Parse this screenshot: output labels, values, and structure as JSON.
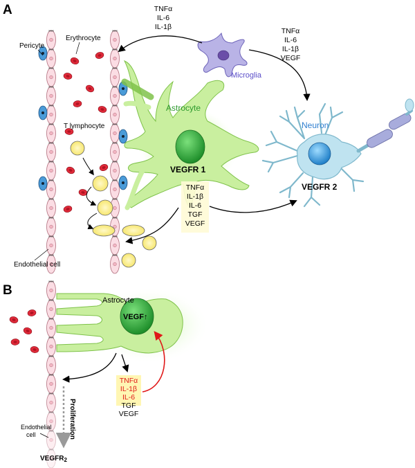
{
  "panel_a": {
    "letter": "A",
    "microglia_cytokines": [
      "TNFα",
      "IL-6",
      "IL-1β"
    ],
    "microglia_to_neuron_cytokines": [
      "TNFα",
      "IL-6",
      "IL-1β",
      "VEGF"
    ],
    "astrocyte_cytokines": [
      "TNFα",
      "IL-1β",
      "IL-6",
      "TGF",
      "VEGF"
    ],
    "labels": {
      "pericyte": "Pericyte",
      "erythrocyte": "Erythrocyte",
      "microglia": "Microglia",
      "astrocyte": "Astrocyte",
      "neuron": "Neuron",
      "t_lymphocyte": "T lymphocyte",
      "vegfr1": "VEGFR 1",
      "vegfr2": "VEGFR 2",
      "endothelial_cell": "Endothelial cell"
    }
  },
  "panel_b": {
    "letter": "B",
    "labels": {
      "astrocyte": "Astrocyte",
      "vegf_up": "VEGF↑",
      "proliferation": "Proliferation",
      "endothelial": "Endothelial",
      "cell": "cell",
      "vegfr": "VEGFR",
      "vegfr_sub": "2"
    },
    "cytokines_red": [
      "TNFα",
      "IL-1β",
      "IL-6"
    ],
    "cytokines_black": [
      "TGF",
      "VEGF"
    ]
  },
  "colors": {
    "microglia": "#b9b3e6",
    "astrocyte": "#c9ef9f",
    "astrocyte_nucleus": "#2fa82f",
    "neuron": "#bfe3f0",
    "neuron_nucleus": "#3a9fd8",
    "endothelial": "#fbdde4",
    "erythrocyte": "#e02a3a",
    "pericyte": "#4a9bd8",
    "lymphocyte": "#fff6a8",
    "astrocyte_text": "#2e9a2e",
    "neuron_text": "#2f7fd0",
    "microglia_text": "#5a4dc8",
    "red_arrow": "#e01818"
  }
}
